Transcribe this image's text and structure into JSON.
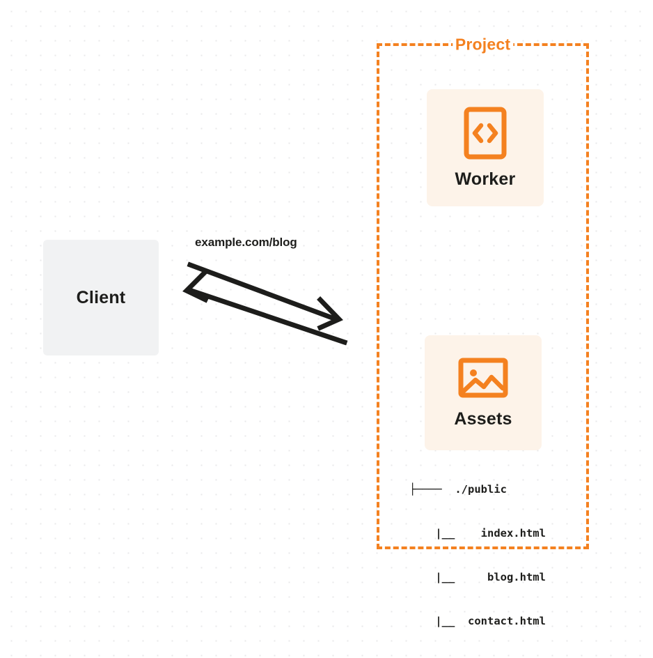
{
  "diagram": {
    "title": "Client to Project Worker and Assets request flow",
    "background": {
      "color": "#ffffff",
      "dot_color": "#e8e8ea"
    },
    "colors": {
      "accent_orange": "#f48120",
      "card_fill": "#fdf3e9",
      "client_fill": "#f1f2f3",
      "text_dark": "#1d1d1b"
    },
    "client": {
      "label": "Client"
    },
    "edge": {
      "label": "example.com/blog",
      "request_direction": "client-to-project",
      "response_direction": "project-to-client"
    },
    "project": {
      "title": "Project",
      "nodes": [
        {
          "id": "worker",
          "label": "Worker",
          "icon": "code-brackets-icon"
        },
        {
          "id": "assets",
          "label": "Assets",
          "icon": "image-picture-icon"
        }
      ],
      "file_tree": [
        "├────  ./public",
        "    |__    index.html",
        "    |__     blog.html",
        "    |__  contact.html"
      ]
    }
  }
}
